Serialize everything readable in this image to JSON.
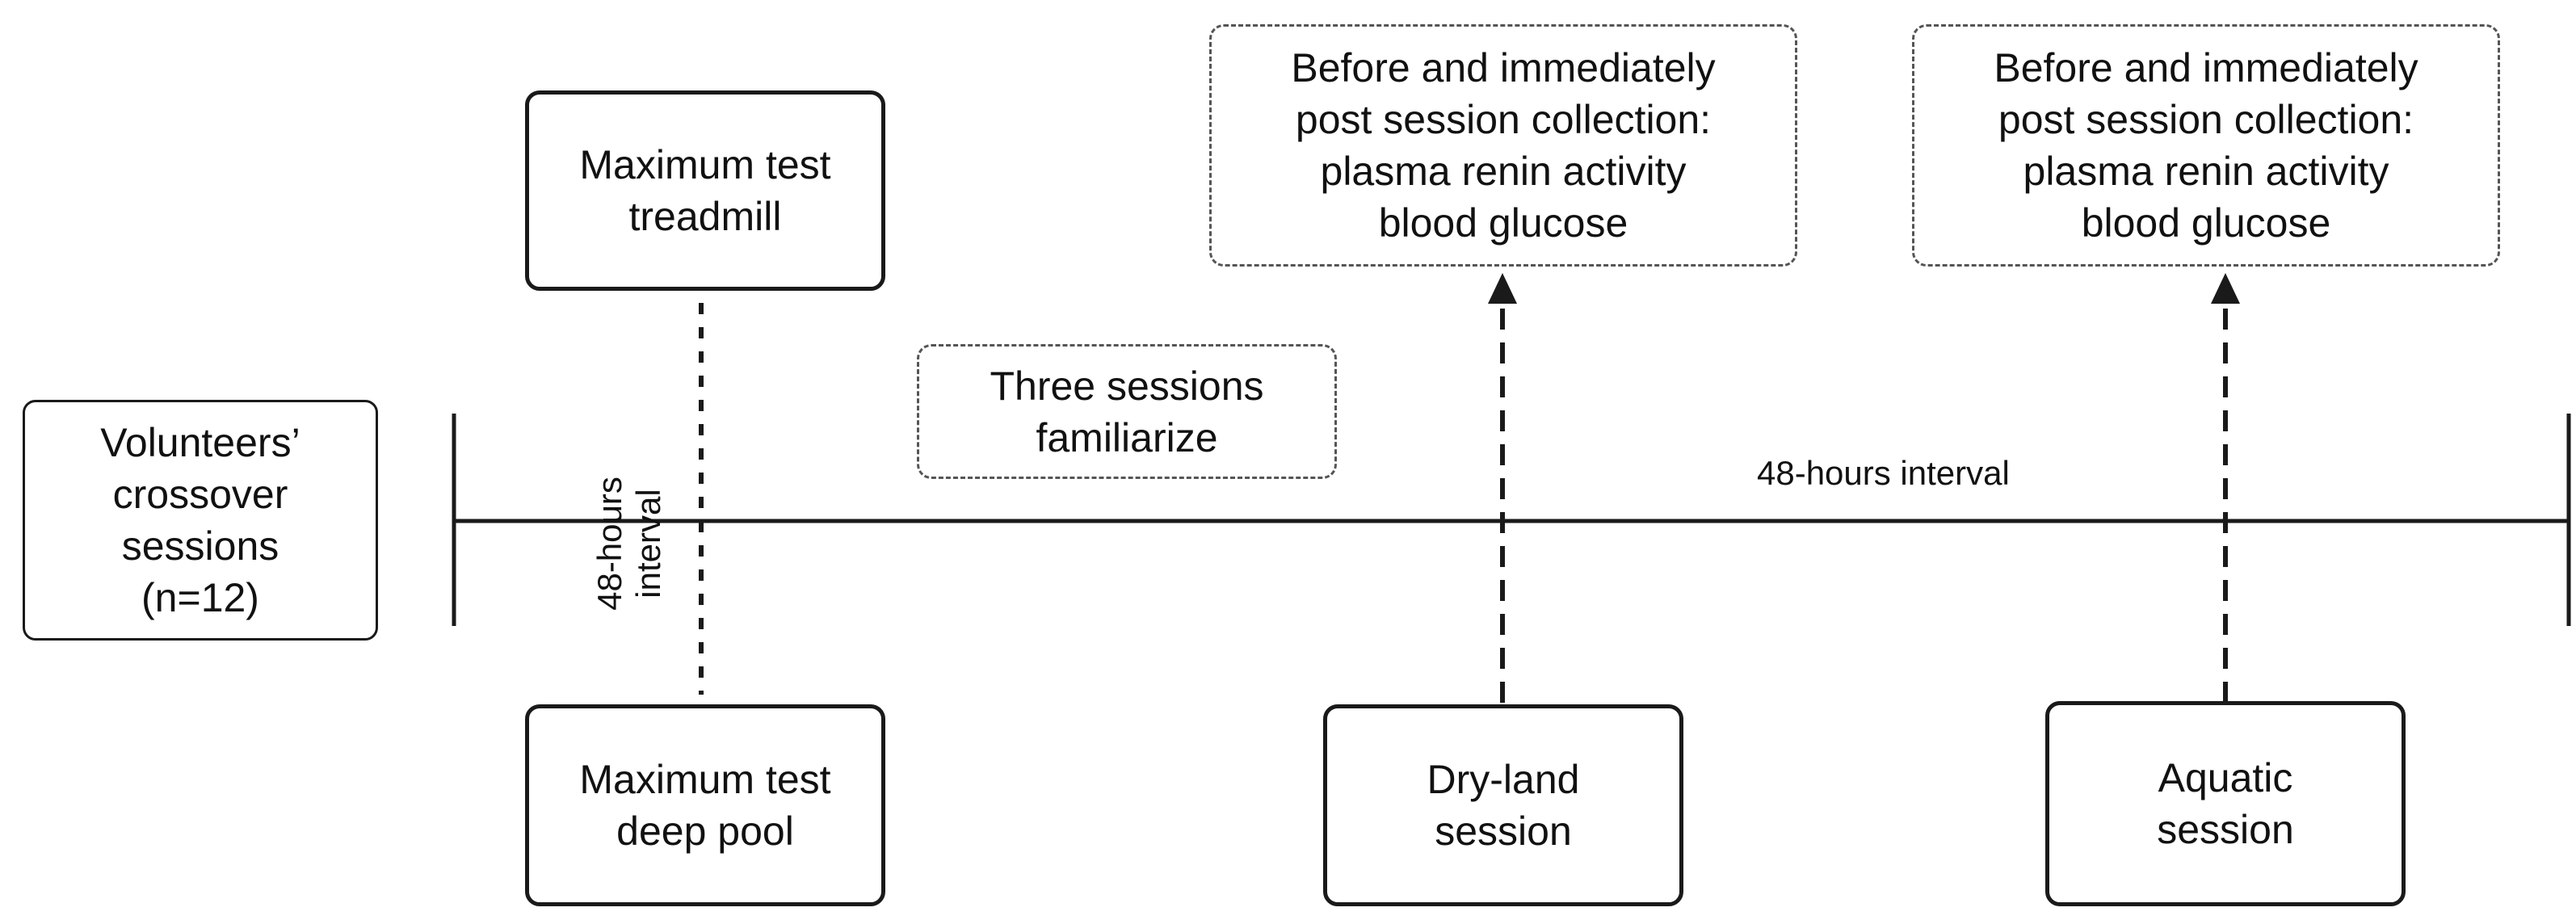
{
  "volunteers_box": {
    "lines": [
      "Volunteers’",
      "crossover",
      "sessions",
      "(n=12)"
    ]
  },
  "max_treadmill_box": {
    "lines": [
      "Maximum test",
      "treadmill"
    ]
  },
  "max_pool_box": {
    "lines": [
      "Maximum test",
      "deep pool"
    ]
  },
  "familiarize_box": {
    "lines": [
      "Three sessions",
      "familiarize"
    ]
  },
  "dryland_box": {
    "lines": [
      "Dry-land",
      "session"
    ]
  },
  "aquatic_box": {
    "lines": [
      "Aquatic",
      "session"
    ]
  },
  "collection_box_1": {
    "lines": [
      "Before and immediately",
      "post session collection:",
      "plasma renin activity",
      "blood glucose"
    ]
  },
  "collection_box_2": {
    "lines": [
      "Before and immediately",
      "post session collection:",
      "plasma renin activity",
      "blood glucose"
    ]
  },
  "interval_vertical": {
    "lines": [
      "48-hours",
      "interval"
    ]
  },
  "interval_horizontal": "48-hours interval",
  "colors": {
    "stroke": "#1a1a1a",
    "dotted_border": "#555555",
    "background": "#ffffff"
  }
}
